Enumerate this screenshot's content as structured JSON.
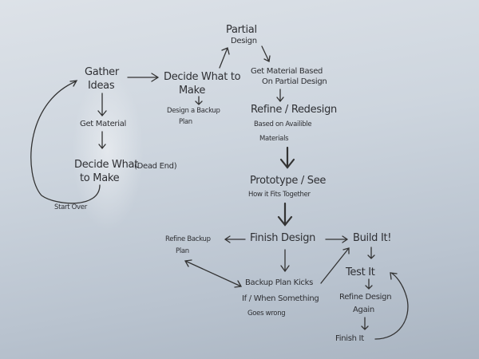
{
  "diagram": {
    "partial_design": [
      "Partial",
      "Design"
    ],
    "gather_ideas": [
      "Gather",
      "Ideas"
    ],
    "decide_top": [
      "Decide What to",
      "Make"
    ],
    "design_backup": [
      "Design a Backup",
      "Plan"
    ],
    "get_material_based": [
      "Get Material Based",
      "On Partial Design"
    ],
    "get_material": "Get Material",
    "decide_dead": [
      "Decide What",
      "to Make"
    ],
    "dead_end": "(Dead End)",
    "start_over": "Start Over",
    "refine_redesign": [
      "Refine / Redesign",
      "Based on Availible",
      "Materials"
    ],
    "prototype": [
      "Prototype / See",
      "How it Fits Together"
    ],
    "finish_design": "Finish Design",
    "refine_backup": [
      "Refine Backup",
      "Plan"
    ],
    "build_it": "Build It!",
    "test_it": "Test It",
    "backup_kicks": [
      "Backup Plan Kicks",
      "If / When Something",
      "Goes wrong"
    ],
    "refine_again": [
      "Refine Design",
      "Again"
    ],
    "finish_it": "Finish It"
  }
}
